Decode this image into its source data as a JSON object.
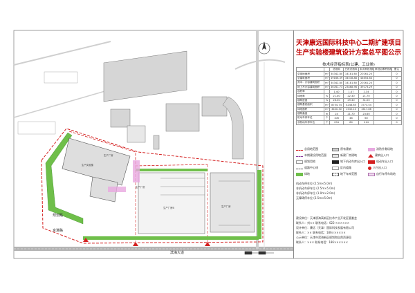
{
  "title": {
    "line1": "天津康远国际科技中心二期扩建项目",
    "line2": "生产实验楼建筑设计方案总平图公示"
  },
  "index_table": {
    "title": "技术经济指标表(公建、工业类)",
    "headers": [
      "",
      "",
      "总指标",
      "已批总指标",
      "本次审批指标",
      "审批后累积指标",
      "备注"
    ],
    "rows": [
      [
        "总用地面积",
        "m²",
        "34342.80",
        "14181.60",
        "20161.20",
        "",
        "0"
      ],
      [
        "总建筑面积",
        "m²",
        "49166.39",
        "34538.88",
        "44654.64",
        "",
        "0"
      ],
      [
        "其中：计容建筑面积",
        "m²",
        "34342.80",
        "14181.60",
        "20161.20",
        "",
        "0"
      ],
      [
        "地上不计容建筑面积",
        "m²",
        "36781.73",
        "23468.96",
        "39173.29",
        "",
        "0"
      ],
      [
        "容积率",
        "",
        "1.40",
        "1.47",
        "2.34",
        "",
        "0"
      ],
      [
        "绿地率",
        "%",
        "21.00",
        "22.30",
        "21.70",
        "",
        "0"
      ],
      [
        "建筑密度",
        "%",
        "26.30",
        "29.30",
        "31.00",
        "",
        "0"
      ],
      [
        "建筑基底面积",
        "m²",
        "8754.74",
        "4248.65",
        "3773.54",
        "",
        "0"
      ],
      [
        "绿地面积",
        "m²",
        "3400.30",
        "1545.10",
        "1617.86",
        "",
        "0"
      ],
      [
        "建筑高度",
        "m",
        "24",
        "21.70",
        "23.60",
        "",
        "0"
      ],
      [
        "机动车停车位",
        "个",
        "106",
        "46",
        "60",
        "",
        "0"
      ],
      [
        "非机动车停车位",
        "个",
        "294",
        "80",
        "214",
        "",
        "0"
      ]
    ]
  },
  "legend": [
    {
      "label": "总用地范围",
      "icon": "red-dash-line"
    },
    {
      "label": "原有建筑",
      "icon": "gray-box"
    },
    {
      "label": "消防扑救场地",
      "icon": "pink-hatch"
    },
    {
      "label": "本期建设用地范围",
      "icon": "purple-dash"
    },
    {
      "label": "新建厂房建筑",
      "icon": "light-gray-box"
    },
    {
      "label": "建筑出入口",
      "icon": "red-triangle"
    },
    {
      "label": "规划用地",
      "icon": "light-box"
    },
    {
      "label": "地下机动车库出入口",
      "icon": "black-box"
    },
    {
      "label": "机动车出入口",
      "icon": "red-arrow"
    },
    {
      "label": "道路中心线",
      "icon": "dash-dot"
    },
    {
      "label": "区内道路",
      "icon": "road-box"
    },
    {
      "label": "人行出入口",
      "icon": "red-star"
    },
    {
      "label": "绿地",
      "icon": "green-box"
    },
    {
      "label": "地下车库范围",
      "icon": "dashed-box"
    },
    {
      "label": "自行车停车场地",
      "icon": "bike-box"
    }
  ],
  "parking_notes": [
    "机动车停车位 (2.5m×5.0m)",
    "非机动车停车位 (2.5m×5.0m)",
    "非机动车停车位 (1.0m×2.0m)",
    "无障碍停车位 (3.5m×5.0m)"
  ],
  "units": [
    "建设单位：天津滨海高新区技术产业开发区管委会",
    "联系人：刘××  联系电话：022-××××××",
    "设计单位：康远（天津）国际科技发展有限公司",
    "联系人：××  联系电话：186××××××",
    "公示单位：天津市滨海新区规划和自然资源局",
    "联系人：×××  联系电话：186××××××"
  ],
  "roads": {
    "south": "滨海大道",
    "west_upper": "规划路",
    "west_lower": "京港路"
  },
  "labels": {
    "plant_a": "生产实验楼",
    "plant_b": "生产厂房",
    "plant_c": "生产厂房B",
    "plant_d": "生产厂房",
    "plant_e": "生产厂房"
  },
  "colors": {
    "title": "#c00000",
    "site_boundary": "#d42020",
    "green": "#6fbf4a",
    "building": "#d9d9d9",
    "existing": "#cfcfcf"
  }
}
